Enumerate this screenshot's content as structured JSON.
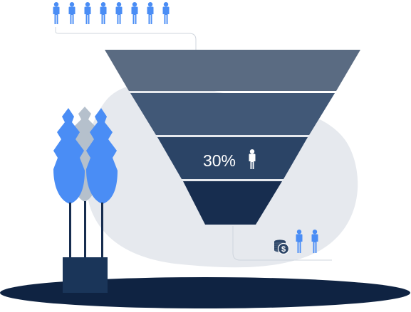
{
  "colors": {
    "accent_blue": "#4A8DF5",
    "funnel_tier_1": "#5A6B82",
    "funnel_tier_2": "#415877",
    "funnel_tier_3": "#2B4466",
    "funnel_tier_4": "#172D4F",
    "backdrop_blob": "#E6E9EE",
    "ground_shadow": "#0F2342",
    "planter": "#1A3559",
    "leaf_grey": "#B5C0CC",
    "connector_line": "#CFD5DD"
  },
  "funnel": {
    "tier_count": 4,
    "highlight_label": "30%",
    "highlight_icon": "person-icon"
  },
  "top_people": {
    "count": 8,
    "icon": "person-icon"
  },
  "bottom_result": {
    "coin_icon": "coin-stack-dollar-icon",
    "people_count": 2,
    "people_icon": "person-icon"
  },
  "plant": {
    "icon": "potted-plant-icon"
  }
}
